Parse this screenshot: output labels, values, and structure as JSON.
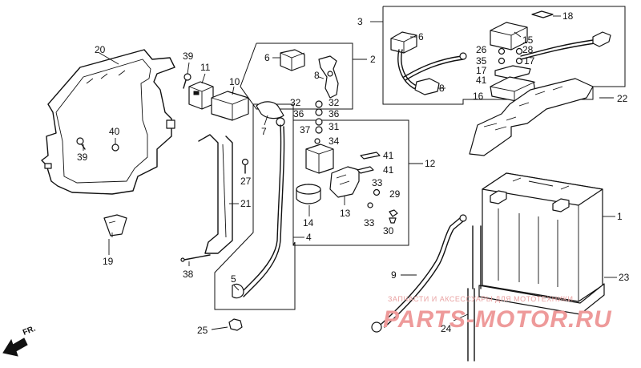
{
  "diagram": {
    "callouts": {
      "c1": "1",
      "c2": "2",
      "c3": "3",
      "c4": "4",
      "c5": "5",
      "c6a": "6",
      "c6b": "6",
      "c7": "7",
      "c8a": "8",
      "c8b": "8",
      "c9": "9",
      "c10": "10",
      "c11": "11",
      "c12": "12",
      "c13": "13",
      "c14": "14",
      "c15": "15",
      "c16": "16",
      "c17a": "17",
      "c17b": "17",
      "c18": "18",
      "c19": "19",
      "c20": "20",
      "c21": "21",
      "c22": "22",
      "c23": "23",
      "c24": "24",
      "c25": "25",
      "c26": "26",
      "c27": "27",
      "c28": "28",
      "c29": "29",
      "c30": "30",
      "c31": "31",
      "c32a": "32",
      "c32b": "32",
      "c33a": "33",
      "c33b": "33",
      "c34": "34",
      "c35": "35",
      "c36a": "36",
      "c36b": "36",
      "c37": "37",
      "c38": "38",
      "c39a": "39",
      "c39b": "39",
      "c40": "40",
      "c41a": "41",
      "c41b": "41",
      "c41c": "41"
    },
    "direction_label": "FR.",
    "watermark": {
      "caption": "ЗАПЧАСТИ И АКСЕССУАРЫ ДЛЯ МОТОТЕХНИКИ",
      "logo": "PARTS-MOTOR.RU"
    }
  }
}
